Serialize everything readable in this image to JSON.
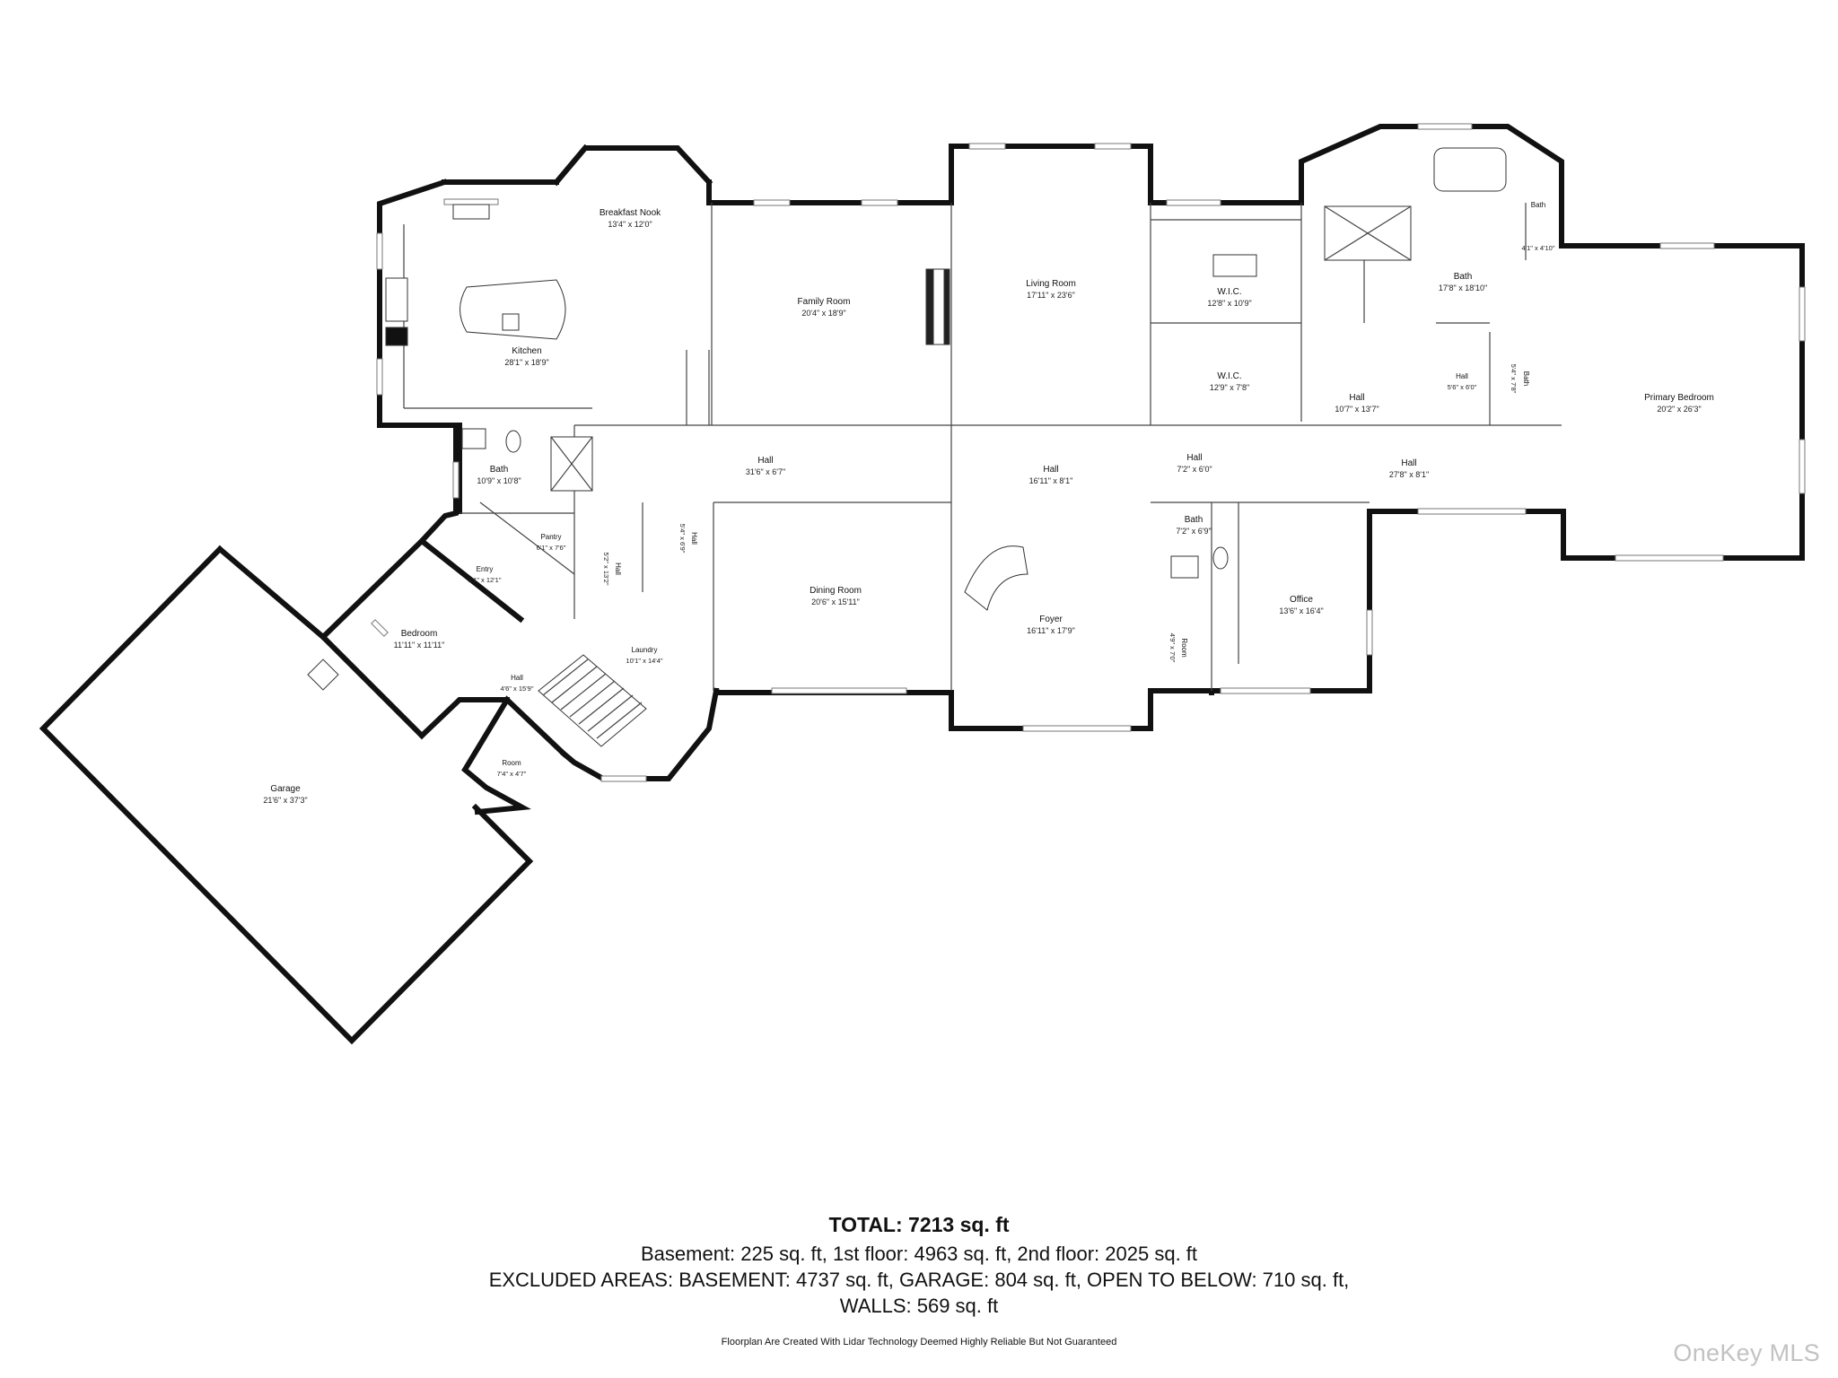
{
  "rooms": {
    "breakfast_nook": {
      "name": "Breakfast Nook",
      "dim": "13'4\" x 12'0\""
    },
    "kitchen": {
      "name": "Kitchen",
      "dim": "28'1\" x 18'9\""
    },
    "family_room": {
      "name": "Family Room",
      "dim": "20'4\" x 18'9\""
    },
    "living_room": {
      "name": "Living Room",
      "dim": "17'11\" x 23'6\""
    },
    "wic_1": {
      "name": "W.I.C.",
      "dim": "12'8\" x 10'9\""
    },
    "wic_2": {
      "name": "W.I.C.",
      "dim": "12'9\" x 7'8\""
    },
    "primary_bath": {
      "name": "Bath",
      "dim": "17'8\" x 18'10\""
    },
    "small_bath": {
      "name": "Bath",
      "dim": "4'1\" x 4'10\""
    },
    "primary_hall": {
      "name": "Hall",
      "dim": "10'7\" x 13'7\""
    },
    "hall_5_6": {
      "name": "Hall",
      "dim": "5'6\" x 6'0\""
    },
    "bath_5_4": {
      "name": "Bath",
      "dim": "5'4\" x 7'8\""
    },
    "primary_bedroom": {
      "name": "Primary Bedroom",
      "dim": "20'2\" x 26'3\""
    },
    "bath_west": {
      "name": "Bath",
      "dim": "10'9\" x 10'8\""
    },
    "main_hall": {
      "name": "Hall",
      "dim": "31'6\" x 6'7\""
    },
    "center_hall": {
      "name": "Hall",
      "dim": "16'11\" x 8'1\""
    },
    "hall_7_2": {
      "name": "Hall",
      "dim": "7'2\" x 6'0\""
    },
    "east_hall": {
      "name": "Hall",
      "dim": "27'8\" x 8'1\""
    },
    "pantry": {
      "name": "Pantry",
      "dim": "6'1\" x 7'6\""
    },
    "entry": {
      "name": "Entry",
      "dim": "3'1\" x 12'1\""
    },
    "hall_5_2": {
      "name": "Hall",
      "dim": "5'2\" x 13'2\""
    },
    "hall_5_4": {
      "name": "Hall",
      "dim": "5'4\" x 6'9\""
    },
    "dining_room": {
      "name": "Dining Room",
      "dim": "20'6\" x 15'11\""
    },
    "bath_7_2": {
      "name": "Bath",
      "dim": "7'2\" x 6'9\""
    },
    "office": {
      "name": "Office",
      "dim": "13'6\" x 16'4\""
    },
    "bedroom": {
      "name": "Bedroom",
      "dim": "11'11\" x 11'11\""
    },
    "laundry": {
      "name": "Laundry",
      "dim": "10'1\" x 14'4\""
    },
    "foyer": {
      "name": "Foyer",
      "dim": "16'11\" x 17'9\""
    },
    "room_4_9": {
      "name": "Room",
      "dim": "4'9\" x 7'0\""
    },
    "hall_4_6": {
      "name": "Hall",
      "dim": "4'6\" x 15'9\""
    },
    "room_7_4": {
      "name": "Room",
      "dim": "7'4\" x 4'7\""
    },
    "garage": {
      "name": "Garage",
      "dim": "21'6\" x 37'3\""
    }
  },
  "summary": {
    "total": "TOTAL: 7213 sq. ft",
    "line1": "Basement: 225 sq. ft, 1st floor: 4963 sq. ft, 2nd floor: 2025 sq. ft",
    "line2": "EXCLUDED AREAS: BASEMENT: 4737 sq. ft, GARAGE: 804 sq. ft, OPEN TO BELOW: 710 sq. ft,",
    "line3": "WALLS: 569 sq. ft"
  },
  "disclaimer": "Floorplan Are Created With Lidar Technology Deemed Highly Reliable But Not Guaranteed",
  "watermark": "OneKey MLS",
  "colors": {
    "wall": "#111111",
    "background": "#ffffff",
    "watermark": "#c2c2c2"
  }
}
